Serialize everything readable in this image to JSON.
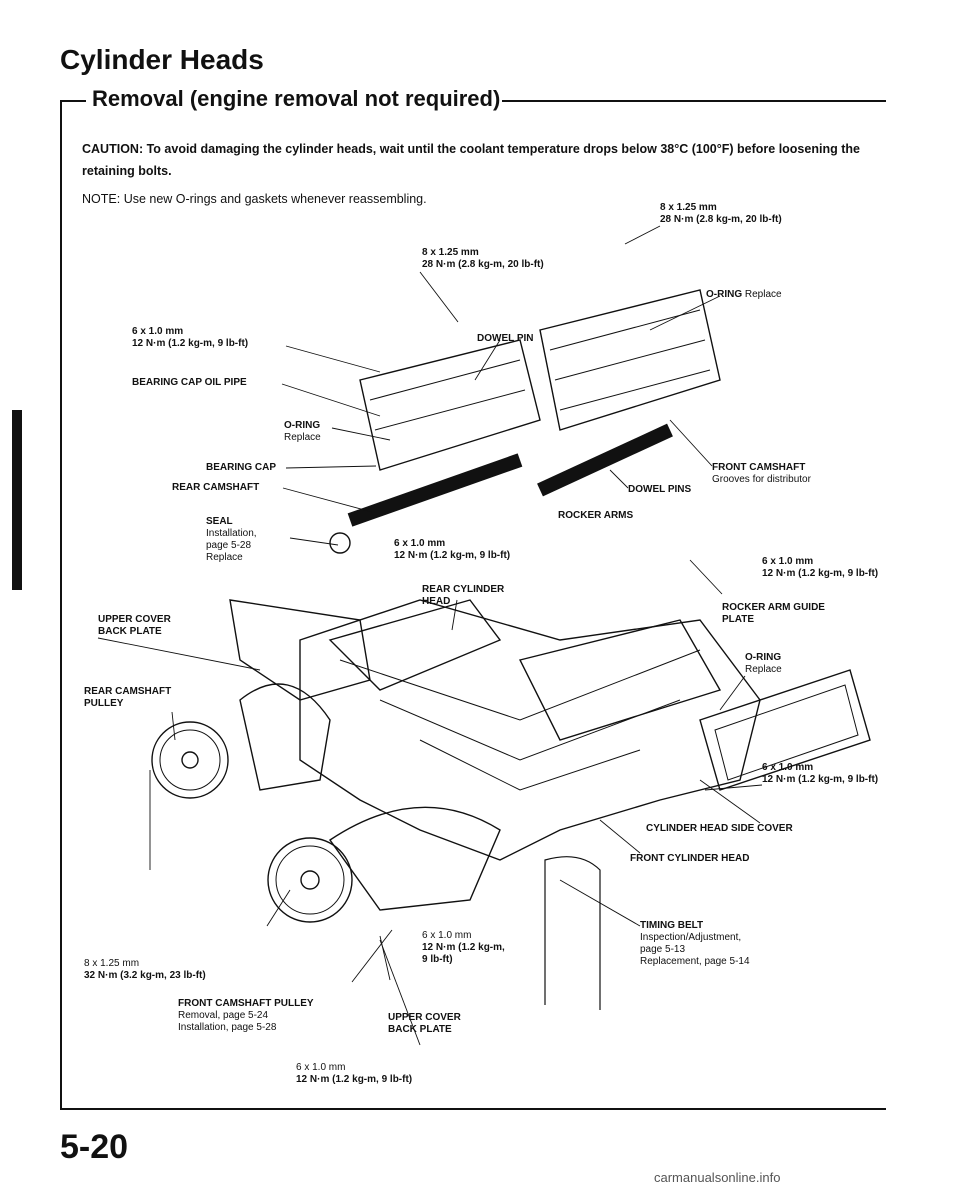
{
  "header": {
    "title": "Cylinder Heads",
    "subtitle": "Removal (engine removal not required)"
  },
  "caution": {
    "label": "CAUTION:",
    "text": "To avoid damaging the cylinder heads, wait until the coolant temperature drops below 38°C (100°F) before loosening the retaining bolts."
  },
  "note": {
    "label": "NOTE:",
    "text": "Use new O-rings and gaskets whenever reassembling."
  },
  "labels": {
    "bolt_top_right": {
      "l1": "8 x 1.25 mm",
      "l2": "28 N·m (2.8 kg-m, 20 lb-ft)"
    },
    "bolt_top_center": {
      "l1": "8 x 1.25 mm",
      "l2": "28 N·m (2.8 kg-m, 20 lb-ft)"
    },
    "oring_top": {
      "l1": "O-RING",
      "l2": "Replace"
    },
    "bolt_left_top": {
      "l1": "6 x 1.0 mm",
      "l2": "12 N·m (1.2 kg-m, 9 lb-ft)"
    },
    "dowel_pin": "DOWEL PIN",
    "bearing_cap_oil_pipe": "BEARING CAP OIL PIPE",
    "oring_left": {
      "l1": "O-RING",
      "l2": "Replace"
    },
    "bearing_cap": "BEARING CAP",
    "rear_camshaft": "REAR CAMSHAFT",
    "front_camshaft": {
      "l1": "FRONT CAMSHAFT",
      "l2": "Grooves for distributor"
    },
    "dowel_pins": "DOWEL PINS",
    "seal": {
      "l1": "SEAL",
      "l2": "Installation,",
      "l3": "page 5-28",
      "l4": "Replace"
    },
    "bolt_center": {
      "l1": "6 x 1.0 mm",
      "l2": "12 N·m (1.2 kg-m, 9 lb-ft)"
    },
    "rocker_arms": "ROCKER ARMS",
    "bolt_right_mid": {
      "l1": "6 x 1.0 mm",
      "l2": "12 N·m (1.2 kg-m, 9 lb-ft)"
    },
    "rear_cylinder_head": {
      "l1": "REAR CYLINDER",
      "l2": "HEAD"
    },
    "rocker_arm_guide_plate": {
      "l1": "ROCKER ARM GUIDE",
      "l2": "PLATE"
    },
    "upper_cover_back_plate_left": {
      "l1": "UPPER COVER",
      "l2": "BACK PLATE"
    },
    "oring_right": {
      "l1": "O-RING",
      "l2": "Replace"
    },
    "rear_camshaft_pulley": {
      "l1": "REAR CAMSHAFT",
      "l2": "PULLEY"
    },
    "bolt_right_low": {
      "l1": "6 x 1.0 mm",
      "l2": "12 N·m (1.2 kg-m, 9 lb-ft)"
    },
    "cylinder_head_side_cover": "CYLINDER HEAD SIDE COVER",
    "front_cylinder_head": "FRONT CYLINDER HEAD",
    "timing_belt": {
      "l1": "TIMING BELT",
      "l2": "Inspection/Adjustment,",
      "l3": "page 5-13",
      "l4": "Replacement, page 5-14"
    },
    "bolt_bottom_left": {
      "l1": "8 x 1.25 mm",
      "l2": "32 N·m (3.2 kg-m, 23 lb-ft)"
    },
    "bolt_bottom_center": {
      "l1": "6 x 1.0 mm",
      "l2": "12 N·m (1.2 kg-m,",
      "l3": "9 lb-ft)"
    },
    "front_camshaft_pulley": {
      "l1": "FRONT CAMSHAFT PULLEY",
      "l2": "Removal, page 5-24",
      "l3": "Installation, page 5-28"
    },
    "upper_cover_back_plate_bottom": {
      "l1": "UPPER COVER",
      "l2": "BACK PLATE"
    },
    "bolt_bottom": {
      "l1": "6 x 1.0 mm",
      "l2": "12 N·m (1.2 kg-m, 9 lb-ft)"
    }
  },
  "page_number": "5-20",
  "footer": "carmanualsonline.info"
}
